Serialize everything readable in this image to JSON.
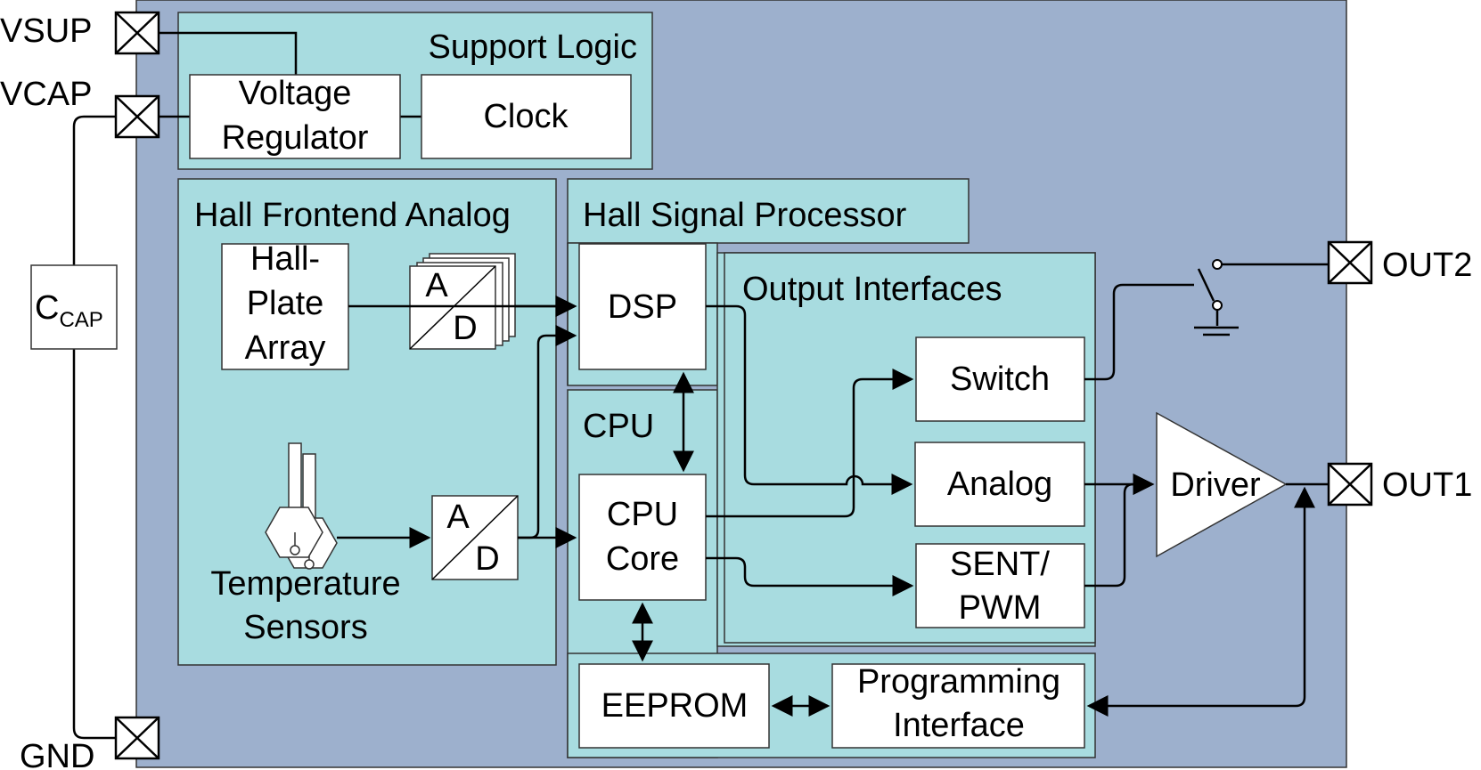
{
  "pins": {
    "vsup": "VSUP",
    "vcap": "VCAP",
    "gnd": "GND",
    "out2": "OUT2",
    "out1": "OUT1"
  },
  "ccap": {
    "main": "C",
    "sub": "CAP"
  },
  "support_logic": {
    "title": "Support Logic",
    "voltage_regulator": [
      "Voltage",
      "Regulator"
    ],
    "clock": "Clock"
  },
  "hall_frontend": {
    "title": "Hall Frontend Analog",
    "hall_plate_array": [
      "Hall-",
      "Plate",
      "Array"
    ],
    "adc_a": "A",
    "adc_d": "D",
    "temperature_sensors": [
      "Temperature",
      "Sensors"
    ]
  },
  "hall_signal_processor": {
    "title": "Hall Signal Processor",
    "dsp": "DSP"
  },
  "cpu": {
    "title": "CPU",
    "core": [
      "CPU",
      "Core"
    ],
    "eeprom": "EEPROM",
    "programming_interface": [
      "Programming",
      "Interface"
    ]
  },
  "output_interfaces": {
    "title": "Output Interfaces",
    "switch": "Switch",
    "analog": "Analog",
    "sent_pwm": [
      "SENT/",
      "PWM"
    ]
  },
  "driver": "Driver",
  "colors": {
    "chip_bg": "#9db0cd",
    "group_bg": "#a8dce0",
    "block_bg": "#ffffff",
    "line": "#000000"
  }
}
